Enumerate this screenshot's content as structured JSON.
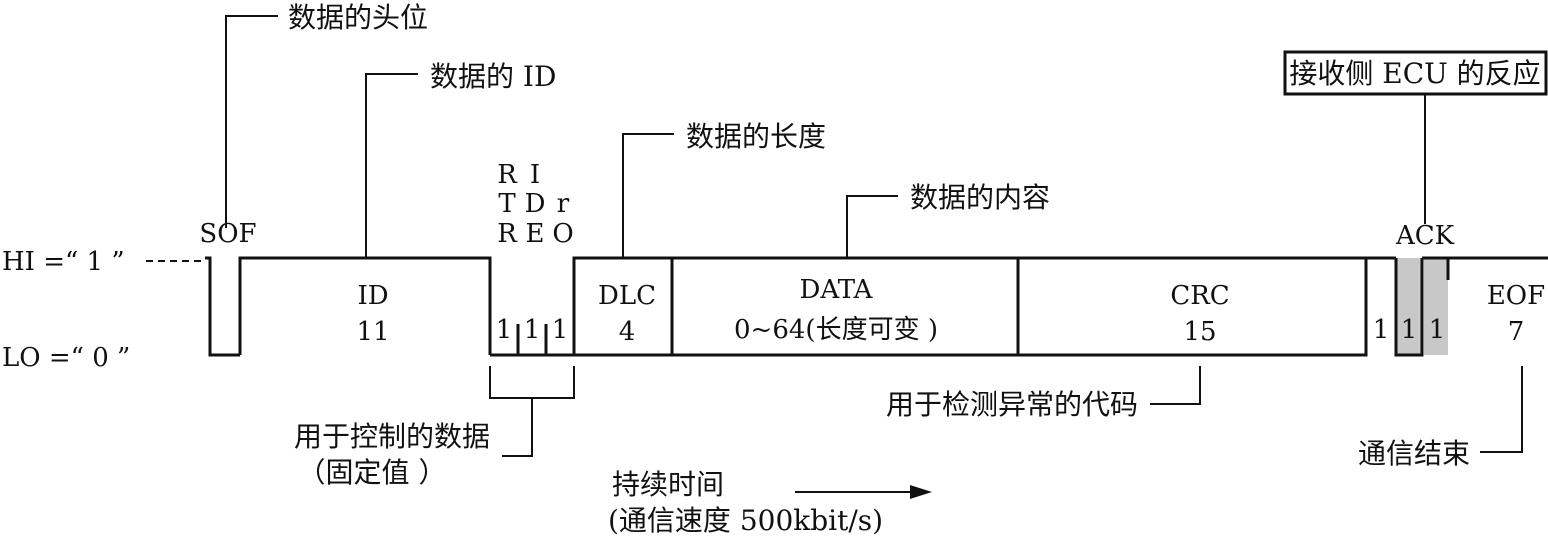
{
  "colors": {
    "line": "#111111",
    "ack_fill": "#c8c8c8",
    "background": "#ffffff"
  },
  "levels": {
    "hi": "HI =“ 1 ”",
    "lo": "LO =“ 0 ”"
  },
  "fields": {
    "sof": {
      "label": "SOF"
    },
    "id": {
      "label": "ID",
      "bits": "11"
    },
    "control": {
      "col1": [
        "R",
        "T",
        "R"
      ],
      "col2": [
        "I",
        "D",
        "E"
      ],
      "col3": [
        "r",
        "O"
      ],
      "bits": [
        "1",
        "1",
        "1"
      ]
    },
    "dlc": {
      "label": "DLC",
      "bits": "4"
    },
    "data": {
      "label": "DATA",
      "bits": "0~64(长度可变 )"
    },
    "crc": {
      "label": "CRC",
      "bits": "15"
    },
    "ack": {
      "label": "ACK",
      "bits": [
        "1",
        "1",
        "1"
      ]
    },
    "eof": {
      "label": "EOF",
      "bits": "7"
    }
  },
  "annotations": {
    "sof": "数据的头位",
    "id": "数据的 ID",
    "dlc": "数据的长度",
    "data": "数据的内容",
    "ack": "接收侧 ECU 的反应",
    "control": [
      "用于控制的数据",
      "（固定值 ）"
    ],
    "crc": "用于检测异常的代码",
    "eof": "通信结束",
    "duration": [
      "持续时间",
      "(通信速度 500kbit/s)"
    ]
  }
}
